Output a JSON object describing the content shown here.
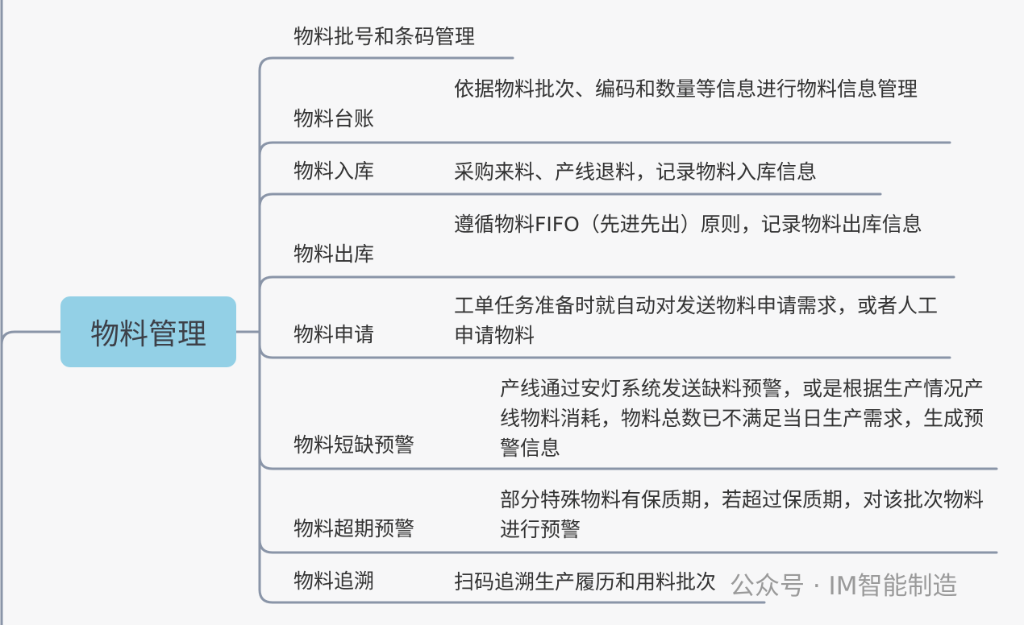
{
  "root": {
    "label": "物料管理",
    "color": "#93d0e6"
  },
  "line_color": "#8a95a8",
  "branches": [
    {
      "label": "物料批号和条码管理",
      "desc": ""
    },
    {
      "label": "物料台账",
      "desc": "依据物料批次、编码和数量等信息进行物料信息管理"
    },
    {
      "label": "物料入库",
      "desc": "采购来料、产线退料，记录物料入库信息"
    },
    {
      "label": "物料出库",
      "desc": "遵循物料FIFO（先进先出）原则，记录物料出库信息"
    },
    {
      "label": "物料申请",
      "desc": "工单任务准备时就自动对发送物料申请需求，或者人工申请物料"
    },
    {
      "label": "物料短缺预警",
      "desc": "产线通过安灯系统发送缺料预警，或是根据生产情况产线物料消耗，物料总数已不满足当日生产需求，生成预警信息"
    },
    {
      "label": "物料超期预警",
      "desc": "部分特殊物料有保质期，若超过保质期，对该批次物料进行预警"
    },
    {
      "label": "物料追溯",
      "desc": "扫码追溯生产履历和用料批次"
    }
  ],
  "watermark": "公众号 · IM智能制造"
}
